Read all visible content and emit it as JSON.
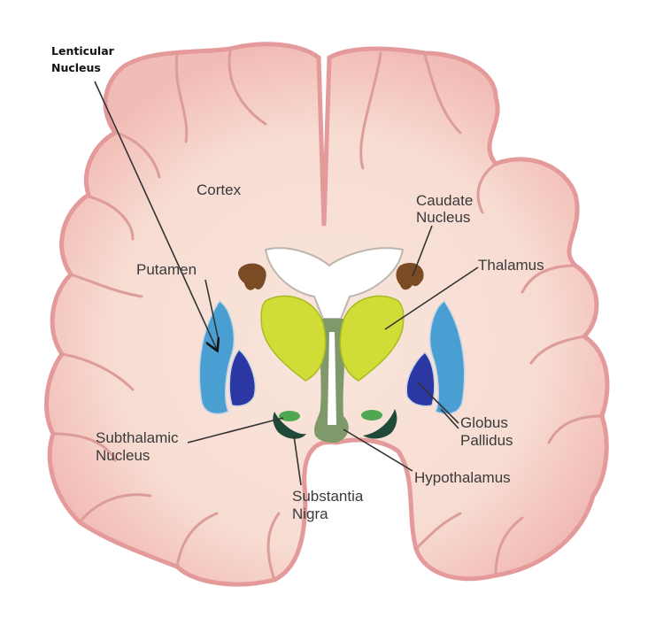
{
  "labels": {
    "lenticular_1": "Lenticular",
    "lenticular_2": "Nucleus",
    "cortex": "Cortex",
    "caudate_1": "Caudate",
    "caudate_2": "Nucleus",
    "putamen": "Putamen",
    "thalamus": "Thalamus",
    "globus_1": "Globus",
    "globus_2": "Pallidus",
    "subthalamic_1": "Subthalamic",
    "subthalamic_2": "Nucleus",
    "hypothalamus": "Hypothalamus",
    "nigra_1": "Substantia",
    "nigra_2": "Nigra"
  },
  "colors": {
    "cortex": "#f4c2bd",
    "white_matter": "#f8e2d8",
    "caudate": "#7b4b25",
    "thalamus": "#cfdd36",
    "putamen": "#4a9fd2",
    "globus_pallidus": "#2b37a2",
    "subthalamic": "#4fa851",
    "substantia_nigra": "#1f4a3a",
    "hypothalamus": "#7f9a6a"
  }
}
